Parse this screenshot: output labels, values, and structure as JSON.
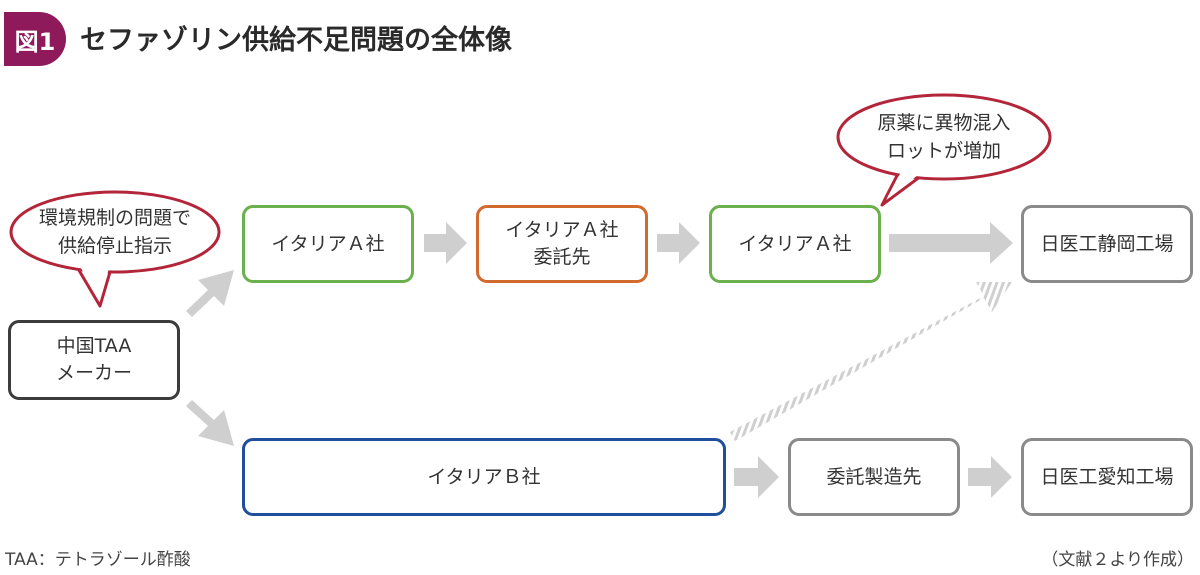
{
  "figure": {
    "badge": "図1",
    "title": "セファゾリン供給不足問題の全体像"
  },
  "nodes": {
    "china_maker": [
      "中国TAA",
      "メーカー"
    ],
    "italy_a_1": [
      "イタリアＡ社"
    ],
    "italy_a_subcontractor": [
      "イタリアＡ社",
      "委託先"
    ],
    "italy_a_2": [
      "イタリアＡ社"
    ],
    "nichiiko_shizuoka": [
      "日医工静岡工場"
    ],
    "italy_b": [
      "イタリアＢ社"
    ],
    "contract_manufacturer": [
      "委託製造先"
    ],
    "nichiiko_aichi": [
      "日医工愛知工場"
    ]
  },
  "bubbles": {
    "environment": [
      "環境規制の問題で",
      "供給停止指示"
    ],
    "contamination": [
      "原薬に異物混入",
      "ロットが増加"
    ]
  },
  "footnotes": {
    "abbreviation": "TAA：テトラゾール酢酸",
    "source": "（文献２より作成）"
  },
  "colors": {
    "badge": "#8e1a5b",
    "green_border": "#6ab04c",
    "orange_border": "#d2692d",
    "blue_border": "#1f4f9c",
    "gray_border": "#8a8a8a",
    "dark_border": "#3c3c3c",
    "bubble_border": "#b3263a",
    "arrow": "#cfcfcf"
  }
}
